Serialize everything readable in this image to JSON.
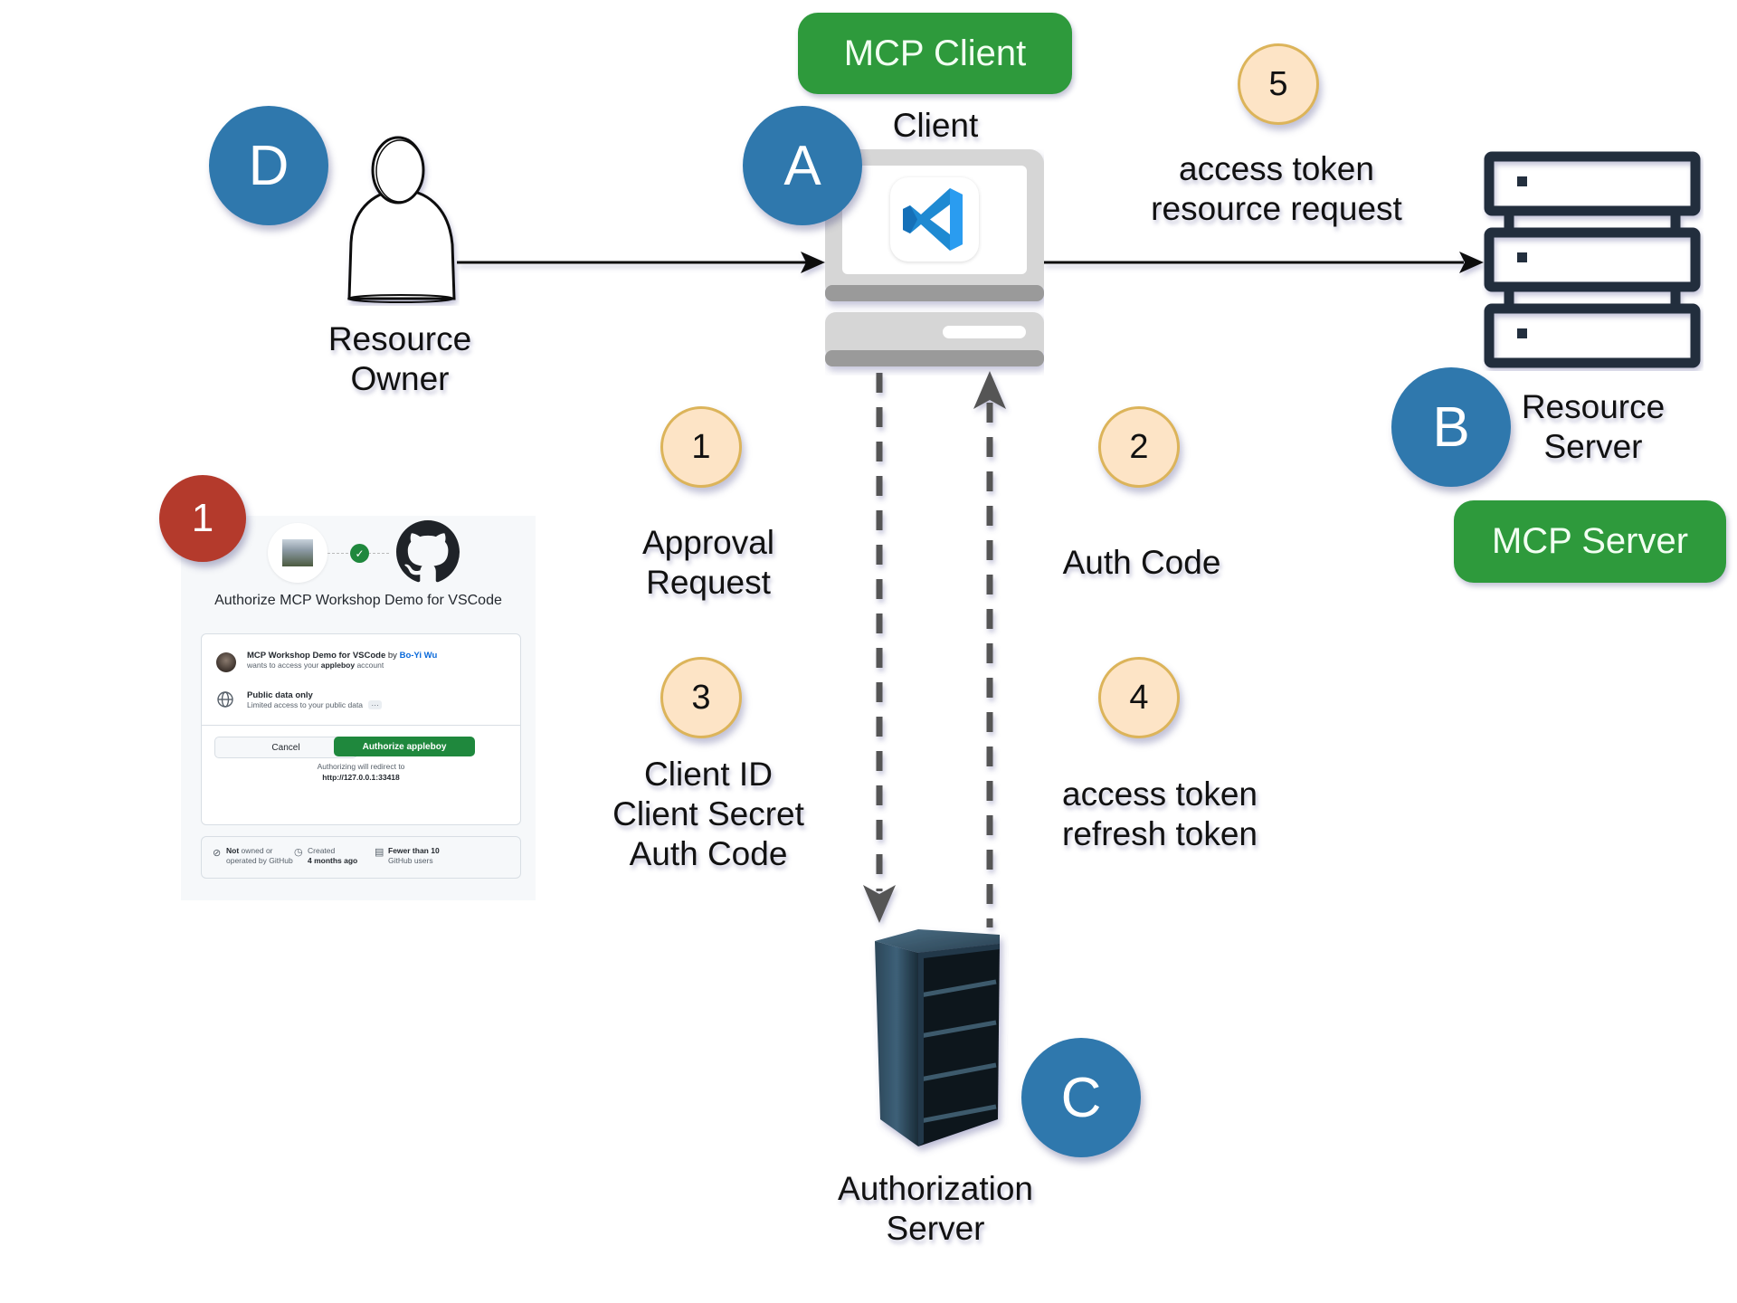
{
  "diagram": {
    "title_badges": {
      "mcp_client": "MCP Client",
      "mcp_server": "MCP Server"
    },
    "actors": {
      "resource_owner": {
        "letter": "D",
        "label_lines": [
          "Resource",
          "Owner"
        ]
      },
      "client": {
        "letter": "A",
        "label": "Client",
        "icon": "vscode-icon"
      },
      "resource_server": {
        "letter": "B",
        "label_lines": [
          "Resource",
          "Server"
        ]
      },
      "authorization_server": {
        "letter": "C",
        "label_lines": [
          "Authorization",
          "Server"
        ]
      }
    },
    "steps": [
      {
        "number": "1",
        "label_lines": [
          "Approval",
          "Request"
        ]
      },
      {
        "number": "2",
        "label_lines": [
          "Auth Code"
        ]
      },
      {
        "number": "3",
        "label_lines": [
          "Client ID",
          "Client Secret",
          "Auth Code"
        ]
      },
      {
        "number": "4",
        "label_lines": [
          "access token",
          "refresh token"
        ]
      },
      {
        "number": "5",
        "label_lines": [
          "access token",
          "resource request"
        ]
      }
    ],
    "edges": [
      {
        "from": "Resource Owner",
        "to": "Client",
        "style": "solid"
      },
      {
        "from": "Client",
        "to": "Resource Server",
        "style": "solid"
      },
      {
        "from": "Client",
        "to": "Authorization Server",
        "style": "dashed"
      },
      {
        "from": "Authorization Server",
        "to": "Client",
        "style": "dashed"
      }
    ],
    "colors": {
      "letter_circle": "#2f78ad",
      "step_circle_fill": "#fde4c6",
      "step_circle_border": "#dcb45a",
      "mcp_badge": "#2e9a3c",
      "screenshot_badge": "#b43a2c"
    }
  },
  "github_authorize": {
    "badge": "1",
    "title": "Authorize MCP Workshop Demo for VSCode",
    "app_name": "MCP Workshop Demo for VSCode",
    "by": "by",
    "author": "Bo-Yi Wu",
    "wants_prefix": "wants to access your",
    "account": "appleboy",
    "wants_suffix": "account",
    "scope_title": "Public data only",
    "scope_desc": "Limited access to your public data",
    "more": "···",
    "cancel_label": "Cancel",
    "authorize_label": "Authorize appleboy",
    "redirect_note": "Authorizing will redirect to",
    "redirect_url": "http://127.0.0.1:33418",
    "footer": [
      {
        "icon": "not-owned-icon",
        "bold": "Not",
        "text1": "owned or",
        "text2": "operated by GitHub"
      },
      {
        "icon": "clock-icon",
        "bold": "",
        "text1": "Created",
        "text2": "4 months ago"
      },
      {
        "icon": "users-icon",
        "bold": "Fewer than 10",
        "text1": "",
        "text2": "GitHub users"
      }
    ]
  }
}
